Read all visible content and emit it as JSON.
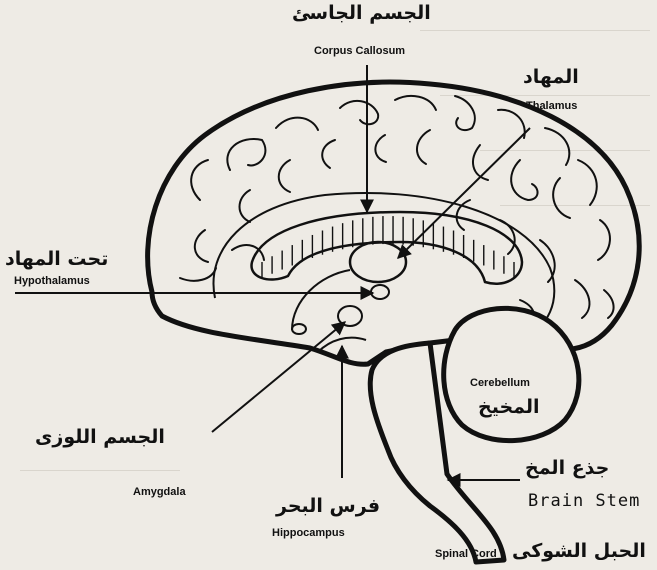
{
  "labels": {
    "corpus_callosum": {
      "ar": "الجسم الجاسئ",
      "en": "Corpus Callosum"
    },
    "thalamus": {
      "ar": "المهاد",
      "en": "Thalamus"
    },
    "hypothalamus": {
      "ar": "تحت المهاد",
      "en": "Hypothalamus"
    },
    "cerebellum": {
      "en": "Cerebellum",
      "ar": "المخيخ"
    },
    "amygdala": {
      "ar": "الجسم اللوزى",
      "en": "Amygdala"
    },
    "hippocampus": {
      "ar": "فرس البحر",
      "en": "Hippocampus"
    },
    "brain_stem": {
      "ar": "جذع المخ",
      "en": "Brain Stem"
    },
    "spinal_cord": {
      "en": "Spinal Cord",
      "ar": "الحبل الشوكى"
    }
  },
  "colors": {
    "background": "#eeebe5",
    "ink": "#111111",
    "ghost_text": "#d9d5cd"
  }
}
